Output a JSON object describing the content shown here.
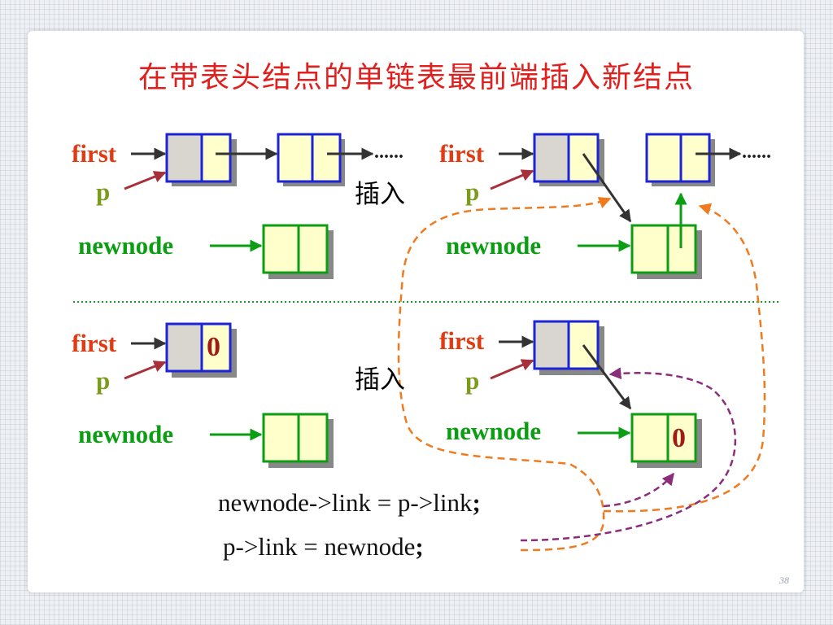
{
  "title": "在带表头结点的单链表最前端插入新结点",
  "labels": {
    "first": "first",
    "p": "p",
    "newnode": "newnode",
    "insert": "插入",
    "ellipsis": "......",
    "zero": "0"
  },
  "code": {
    "line1": "newnode->link = p->link",
    "line2": "p->link = newnode",
    "terminator": ";"
  },
  "page_number": "38",
  "colors": {
    "title": "#e0201e",
    "first_label": "#e03b12",
    "p_label": "#7c9a1c",
    "newnode_label": "#0b9e12",
    "list_node_border": "#1d23d6",
    "new_node_border": "#0b9e12",
    "node_fill": "#ffffcc",
    "head_fill": "#d9d6d0",
    "orange_path": "#f07a1e",
    "purple_path": "#8a2d7a",
    "separator": "#1a9a2a"
  }
}
